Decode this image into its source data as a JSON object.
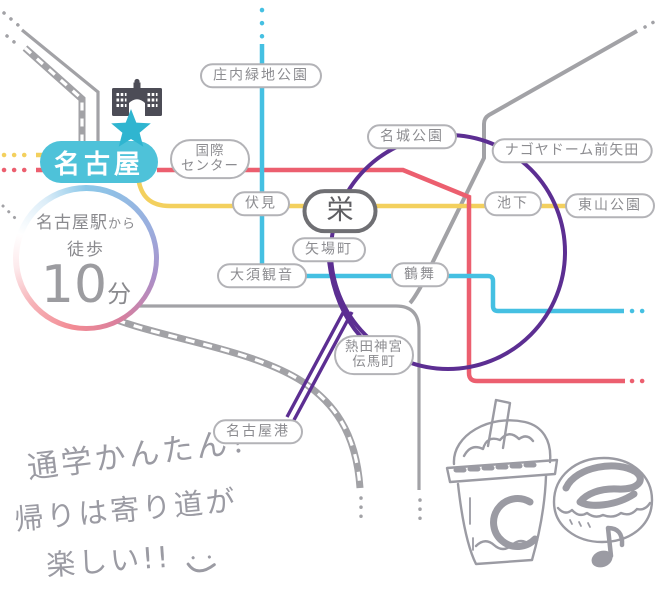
{
  "map": {
    "title_station": "名古屋",
    "walk_badge": {
      "line1_main": "名古屋駅",
      "line1_suffix": "から",
      "line2": "徒歩",
      "number": "10",
      "unit": "分"
    },
    "stations": [
      {
        "name": "庄内緑地公園"
      },
      {
        "name": "国際センター",
        "lines": [
          "国際",
          "センター"
        ]
      },
      {
        "name": "伏見"
      },
      {
        "name": "栄",
        "emphasis": true
      },
      {
        "name": "矢場町"
      },
      {
        "name": "大須観音"
      },
      {
        "name": "名城公園"
      },
      {
        "name": "ナゴヤドーム前矢田"
      },
      {
        "name": "池下"
      },
      {
        "name": "東山公園"
      },
      {
        "name": "鶴舞"
      },
      {
        "name": "熱田神宮伝馬町",
        "lines": [
          "熱田神宮",
          "伝馬町"
        ]
      },
      {
        "name": "名古屋港"
      }
    ],
    "notes": {
      "line1": "通学かんたん！",
      "line2": "帰りは寄り道が",
      "line3": "楽しい!!"
    },
    "icons": [
      "school-building-icon",
      "star-icon",
      "frappuccino-icon",
      "donut-icon",
      "music-note-icon",
      "smiley-icon"
    ],
    "colors": {
      "station_pill_cyan": "#4ec2d9",
      "star_cyan": "#2fb5d0",
      "building_gray": "#4c4c56",
      "line_yellow": "#f3d05e",
      "line_red": "#ec5f6f",
      "line_cyan": "#45c0e2",
      "line_purple": "#5c2e92",
      "line_gray": "#a2a2a6",
      "pill_border_gray": "#b3b3b7",
      "text_gray": "#8c8c90",
      "handwriting_gray": "#9b9ba3"
    }
  }
}
